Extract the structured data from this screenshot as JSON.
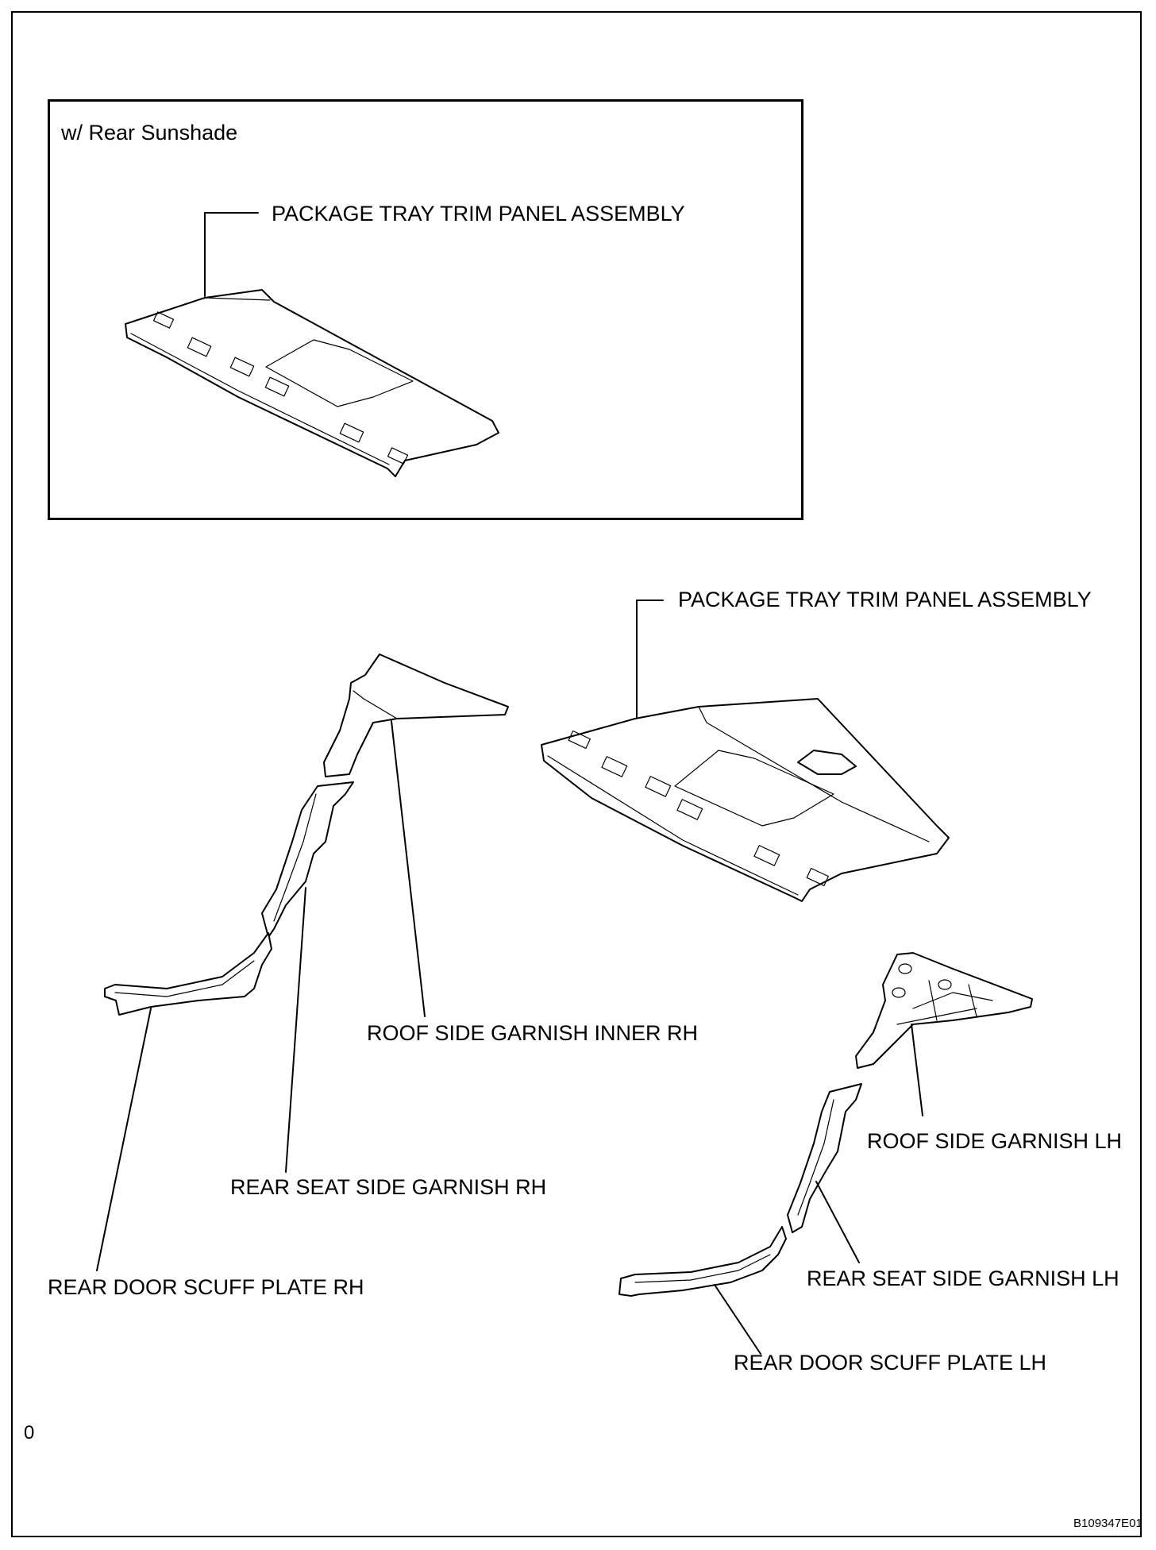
{
  "inset": {
    "title": "w/ Rear Sunshade",
    "package_tray_label": "PACKAGE TRAY TRIM PANEL ASSEMBLY"
  },
  "main": {
    "package_tray_label": "PACKAGE TRAY TRIM PANEL ASSEMBLY",
    "roof_side_garnish_inner_rh": "ROOF SIDE  GARNISH INNER RH",
    "rear_seat_side_garnish_rh": "REAR SEAT SIDE GARNISH RH",
    "rear_door_scuff_plate_rh": "REAR DOOR SCUFF PLATE RH",
    "roof_side_garnish_lh": "ROOF SIDE GARNISH LH",
    "rear_seat_side_garnish_lh": "REAR SEAT SIDE GARNISH LH",
    "rear_door_scuff_plate_lh": "REAR DOOR SCUFF PLATE LH"
  },
  "footer": {
    "left_mark": "0",
    "figure_code": "B109347E01"
  }
}
